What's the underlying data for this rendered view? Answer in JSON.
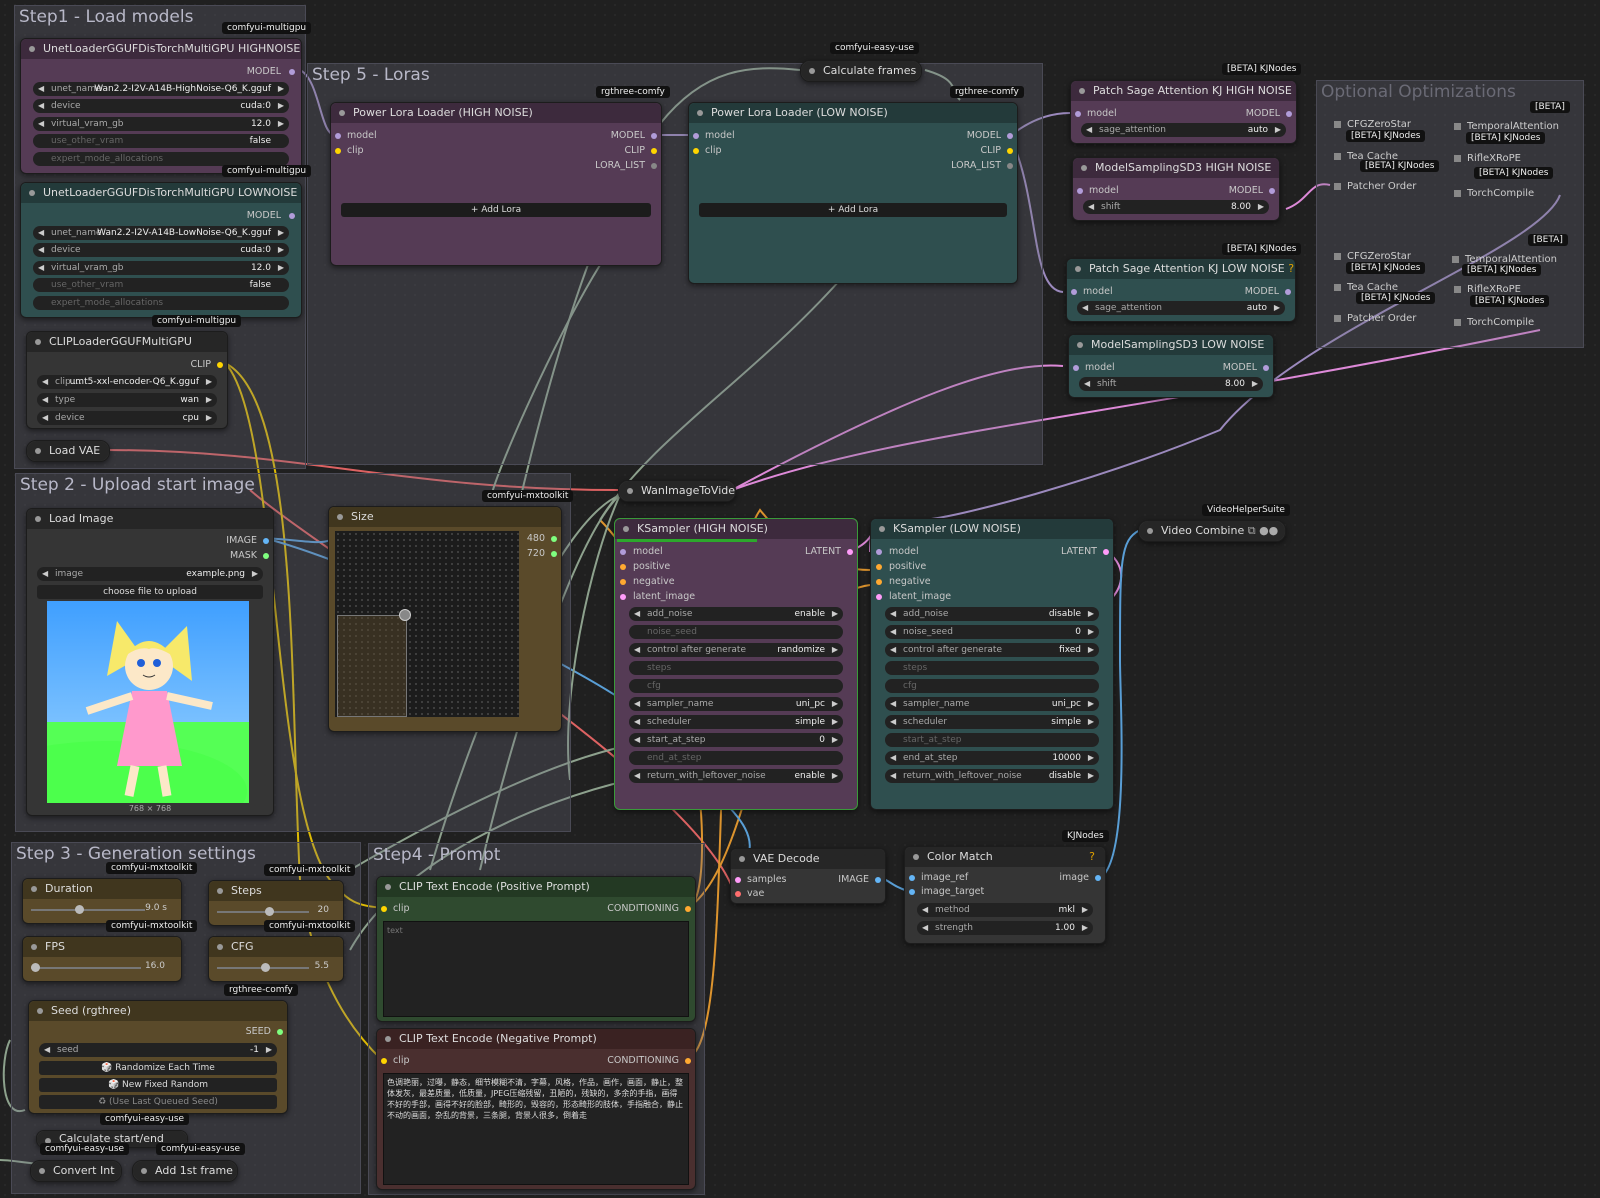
{
  "groups": {
    "step1": "Step1 - Load models",
    "step5": "Step 5 - Loras",
    "step2": "Step 2 - Upload start image",
    "step3": "Step 3 - Generation settings",
    "step4": "Step4 - Prompt",
    "optional": "Optional Optimizations"
  },
  "badges": {
    "multigpu": "comfyui-multigpu",
    "easyuse": "comfyui-easy-use",
    "rgthree": "rgthree-comfy",
    "mxtoolkit": "comfyui-mxtoolkit",
    "kjbeta": "[BETA] KJNodes",
    "beta": "[BETA]",
    "vhs": "VideoHelperSuite",
    "kj": "KJNodes"
  },
  "unet_high": {
    "title": "UnetLoaderGGUFDisTorchMultiGPU HIGHNOISE",
    "output": "MODEL",
    "unet_name_label": "unet_name",
    "unet_name": "Wan2.2-I2V-A14B-HighNoise-Q6_K.gguf",
    "device_label": "device",
    "device": "cuda:0",
    "vram_label": "virtual_vram_gb",
    "vram": "12.0",
    "other_label": "use_other_vram",
    "other": "false",
    "expert_label": "expert_mode_allocations"
  },
  "unet_low": {
    "title": "UnetLoaderGGUFDisTorchMultiGPU LOWNOISE",
    "output": "MODEL",
    "unet_name_label": "unet_name",
    "unet_name": "Wan2.2-I2V-A14B-LowNoise-Q6_K.gguf",
    "device_label": "device",
    "device": "cuda:0",
    "vram_label": "virtual_vram_gb",
    "vram": "12.0",
    "other_label": "use_other_vram",
    "other": "false",
    "expert_label": "expert_mode_allocations"
  },
  "clip_loader": {
    "title": "CLIPLoaderGGUFMultiGPU",
    "output": "CLIP",
    "clip_label": "clip ...",
    "clip": "umt5-xxl-encoder-Q6_K.gguf",
    "type_label": "type",
    "type": "wan",
    "device_label": "device",
    "device": "cpu"
  },
  "load_vae": {
    "title": "Load VAE"
  },
  "calc_frames": {
    "title": "Calculate frames"
  },
  "lora_high": {
    "title": "Power Lora Loader (HIGH NOISE)",
    "in_model": "model",
    "in_clip": "clip",
    "out_model": "MODEL",
    "out_clip": "CLIP",
    "out_lora": "LORA_LIST",
    "add": "Add Lora"
  },
  "lora_low": {
    "title": "Power Lora Loader (LOW NOISE)",
    "in_model": "model",
    "in_clip": "clip",
    "out_model": "MODEL",
    "out_clip": "CLIP",
    "out_lora": "LORA_LIST",
    "add": "Add Lora"
  },
  "sage_high": {
    "title": "Patch Sage Attention KJ HIGH NOISE",
    "in": "model",
    "out": "MODEL",
    "label": "sage_attention",
    "value": "auto",
    "q": "?"
  },
  "msd_high": {
    "title": "ModelSamplingSD3 HIGH NOISE",
    "in": "model",
    "out": "MODEL",
    "label": "shift",
    "value": "8.00"
  },
  "sage_low": {
    "title": "Patch Sage Attention KJ LOW NOISE",
    "in": "model",
    "out": "MODEL",
    "label": "sage_attention",
    "value": "auto",
    "q": "?"
  },
  "msd_low": {
    "title": "ModelSamplingSD3 LOW NOISE",
    "in": "model",
    "out": "MODEL",
    "label": "shift",
    "value": "8.00"
  },
  "optim": {
    "cfgzero": "CFGZeroStar",
    "temporal": "TemporalAttention",
    "teacache": "Tea Cache",
    "riflex": "RifleXRoPE",
    "patcher": "Patcher Order",
    "torch": "TorchCompile"
  },
  "load_image": {
    "title": "Load Image",
    "out_image": "IMAGE",
    "out_mask": "MASK",
    "image_label": "image",
    "image": "example.png",
    "upload": "choose file to upload",
    "dims": "768 × 768"
  },
  "size": {
    "title": "Size",
    "w": "480",
    "h": "720"
  },
  "wan": {
    "title": "WanImageToVideo"
  },
  "ks_high": {
    "title": "KSampler (HIGH NOISE)",
    "out": "LATENT",
    "inputs": [
      "model",
      "positive",
      "negative",
      "latent_image"
    ],
    "add_noise_label": "add_noise",
    "add_noise": "enable",
    "noise_seed_label": "noise_seed",
    "control_label": "control after generate",
    "control": "randomize",
    "steps_label": "steps",
    "cfg_label": "cfg",
    "sampler_label": "sampler_name",
    "sampler": "uni_pc",
    "scheduler_label": "scheduler",
    "scheduler": "simple",
    "start_label": "start_at_step",
    "start": "0",
    "end_label": "end_at_step",
    "ret_label": "return_with_leftover_noise",
    "ret": "enable"
  },
  "ks_low": {
    "title": "KSampler (LOW NOISE)",
    "out": "LATENT",
    "inputs": [
      "model",
      "positive",
      "negative",
      "latent_image"
    ],
    "add_noise_label": "add_noise",
    "add_noise": "disable",
    "noise_seed_label": "noise_seed",
    "noise_seed": "0",
    "control_label": "control after generate",
    "control": "fixed",
    "steps_label": "steps",
    "cfg_label": "cfg",
    "sampler_label": "sampler_name",
    "sampler": "uni_pc",
    "scheduler_label": "scheduler",
    "scheduler": "simple",
    "start_label": "start_at_step",
    "end_label": "end_at_step",
    "end": "10000",
    "ret_label": "return_with_leftover_noise",
    "ret": "disable"
  },
  "video_combine": {
    "title": "Video Combine"
  },
  "vae_decode": {
    "title": "VAE Decode",
    "in_samples": "samples",
    "in_vae": "vae",
    "out": "IMAGE"
  },
  "color_match": {
    "title": "Color Match",
    "in_ref": "image_ref",
    "in_target": "image_target",
    "out": "image",
    "method_label": "method",
    "method": "mkl",
    "strength_label": "strength",
    "strength": "1.00",
    "q": "?"
  },
  "duration": {
    "title": "Duration",
    "value": "9.0 s"
  },
  "steps": {
    "title": "Steps",
    "value": "20"
  },
  "fps": {
    "title": "FPS",
    "value": "16.0"
  },
  "cfg": {
    "title": "CFG",
    "value": "5.5"
  },
  "seed": {
    "title": "Seed (rgthree)",
    "out": "SEED",
    "label": "seed",
    "value": "-1",
    "btn1": "🎲 Randomize Each Time",
    "btn2": "🎲 New Fixed Random",
    "btn3": "♻ (Use Last Queued Seed)"
  },
  "calc_startend": {
    "title": "Calculate start/end"
  },
  "convert_int": {
    "title": "Convert Int"
  },
  "add_first": {
    "title": "Add 1st frame"
  },
  "clip_pos": {
    "title": "CLIP Text Encode (Positive Prompt)",
    "in": "clip",
    "out": "CONDITIONING",
    "placeholder": "text"
  },
  "clip_neg": {
    "title": "CLIP Text Encode (Negative Prompt)",
    "in": "clip",
    "out": "CONDITIONING",
    "text": "色调艳丽，过曝，静态，细节模糊不清，字幕，风格，作品，画作，画面，静止，整体发灰，最差质量，低质量，JPEG压缩残留，丑陋的，残缺的，多余的手指，画得不好的手部，画得不好的脸部，畸形的，毁容的，形态畸形的肢体，手指融合，静止不动的画面，杂乱的背景，三条腿，背景人很多，倒着走"
  },
  "colors": {
    "model": "#b19cd9",
    "clip": "#ffd500",
    "vae": "#ff6e6e",
    "image": "#64b5f6",
    "latent": "#ff9cf9",
    "conditioning": "#ffa931",
    "int": "#7fff7f",
    "generic": "#a0b8a0"
  }
}
